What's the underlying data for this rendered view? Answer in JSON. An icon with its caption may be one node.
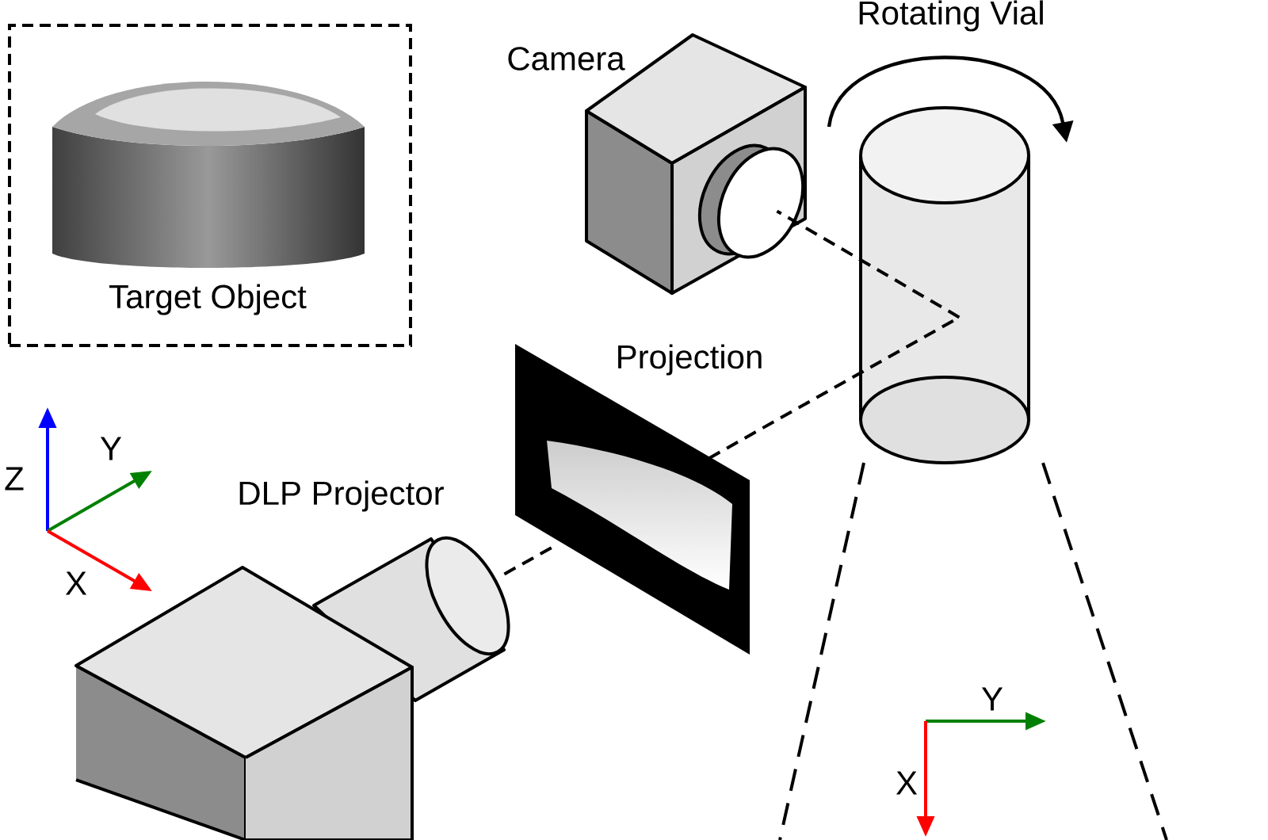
{
  "diagram": {
    "nodes": [
      {
        "text": [
          "Target Object"
        ]
      },
      {
        "text": [
          "Camera"
        ]
      },
      {
        "text": [
          "Rotating Vial"
        ]
      },
      {
        "text": [
          "Projection"
        ]
      },
      {
        "text": [
          "DLP Projector"
        ]
      }
    ],
    "edges": [
      {
        "from": 4,
        "to": 3,
        "arrow": "none",
        "style": "dashed"
      },
      {
        "from": 3,
        "to": 2,
        "arrow": "none",
        "style": "dashed"
      },
      {
        "from": 2,
        "to": 1,
        "arrow": "none",
        "style": "dashed"
      }
    ],
    "labels": [
      "Z",
      "Y",
      "X",
      "Y",
      "X"
    ]
  }
}
